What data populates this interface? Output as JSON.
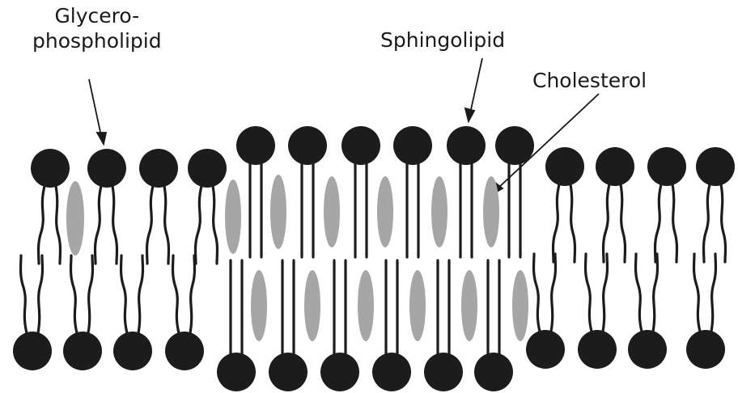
{
  "labels": {
    "glycerophospholipid_line1": "Glycero-",
    "glycerophospholipid_line2": "phospholipid",
    "sphingolipid": "Sphingolipid",
    "cholesterol": "Cholesterol"
  },
  "colors": {
    "head": "#1c1c1c",
    "tail": "#1c1c1c",
    "cholesterol": "#a6a6a6",
    "background": "#ffffff"
  }
}
